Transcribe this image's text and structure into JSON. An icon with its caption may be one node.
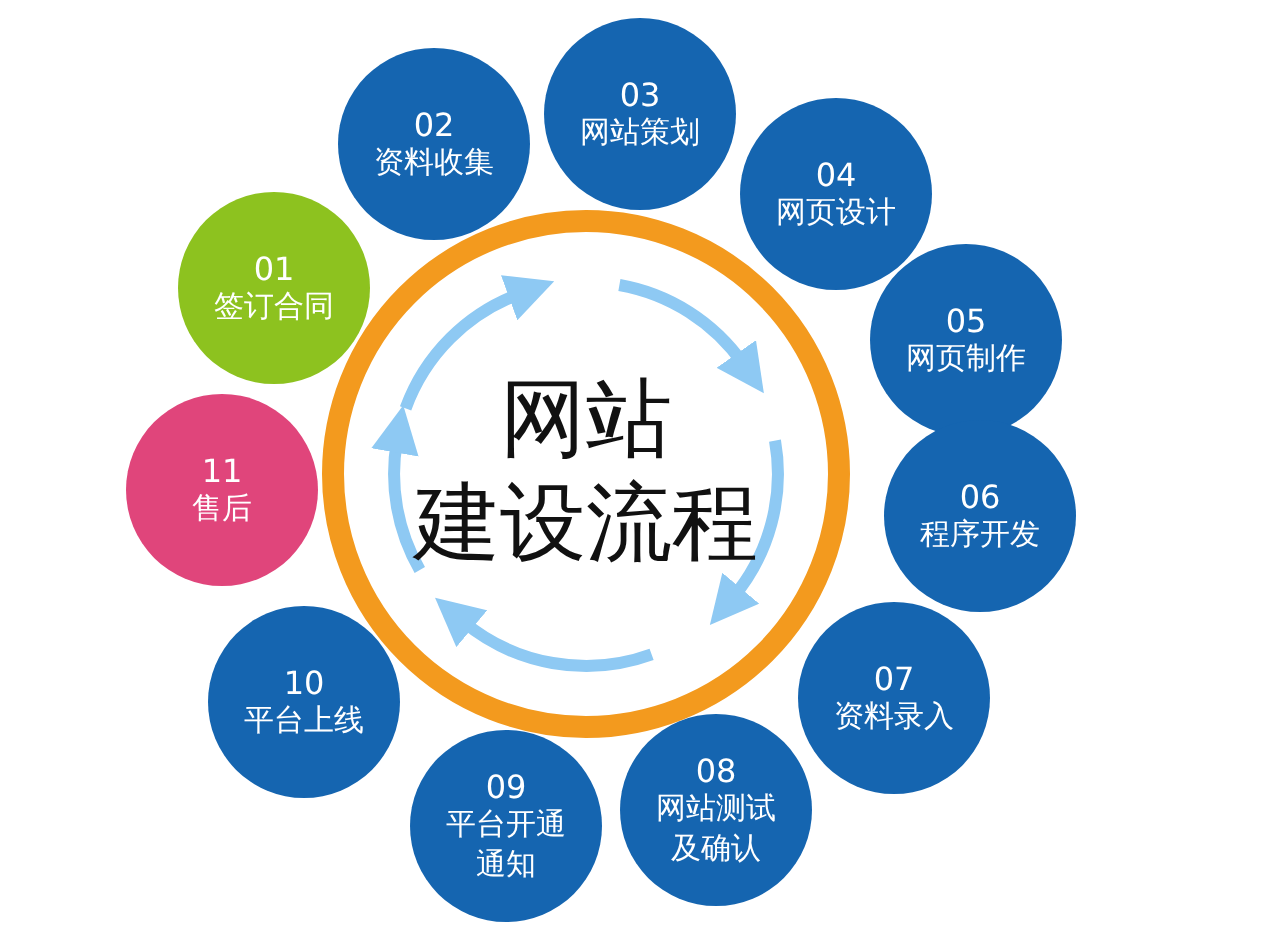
{
  "diagram": {
    "nodes": [
      {
        "text": [
          "网站建设流程"
        ]
      },
      {
        "text": [
          "01",
          "签订合同"
        ]
      },
      {
        "text": [
          "02",
          "资料收集"
        ]
      },
      {
        "text": [
          "03",
          "网站策划"
        ]
      },
      {
        "text": [
          "04",
          "网页设计"
        ]
      },
      {
        "text": [
          "05",
          "网页制作"
        ]
      },
      {
        "text": [
          "06",
          "程序开发"
        ]
      },
      {
        "text": [
          "07",
          "资料录入"
        ]
      },
      {
        "text": [
          "08",
          "网站测试及确认"
        ]
      },
      {
        "text": [
          "09",
          "平台开通通知"
        ]
      },
      {
        "text": [
          "10",
          "平台上线"
        ]
      },
      {
        "text": [
          "11",
          "售后"
        ]
      }
    ]
  }
}
